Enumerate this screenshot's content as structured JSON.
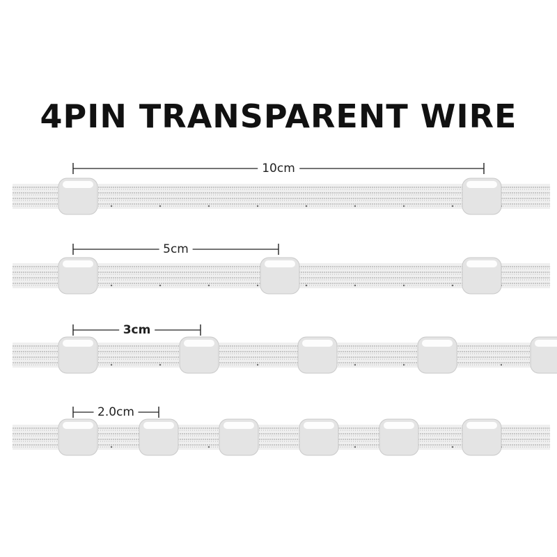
{
  "title": "4PIN TRANSPARENT WIRE",
  "colors": {
    "wire_background": "#efefef",
    "wire_strand": "#b9b9b9",
    "connector_fill": "#e4e4e4",
    "connector_highlight": "#ffffff",
    "dimension_line": "#222222"
  },
  "rows": [
    {
      "label": "10cm"
    },
    {
      "label": "5cm"
    },
    {
      "label": "3cm"
    },
    {
      "label": "2.0cm"
    }
  ]
}
